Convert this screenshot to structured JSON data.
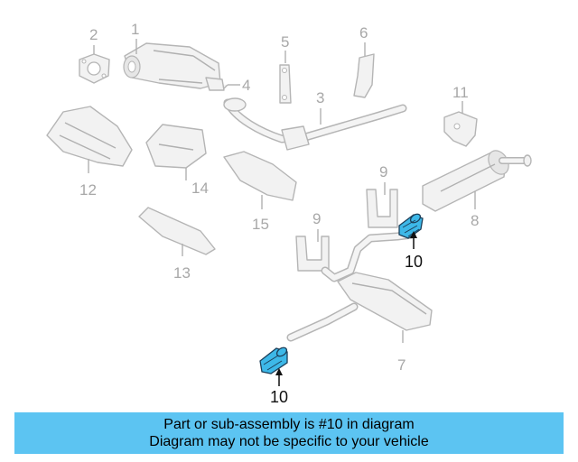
{
  "callouts": {
    "c1": "1",
    "c2": "2",
    "c3": "3",
    "c4": "4",
    "c5": "5",
    "c6": "6",
    "c7": "7",
    "c8": "8",
    "c9a": "9",
    "c9b": "9",
    "c10a": "10",
    "c10b": "10",
    "c11": "11",
    "c12": "12",
    "c13": "13",
    "c14": "14",
    "c15": "15"
  },
  "highlight_color": "#3db8e8",
  "banner": {
    "line1": "Part or sub-assembly is #10 in diagram",
    "line2": "Diagram may not be specific to your vehicle",
    "background": "#5cc4f2"
  }
}
